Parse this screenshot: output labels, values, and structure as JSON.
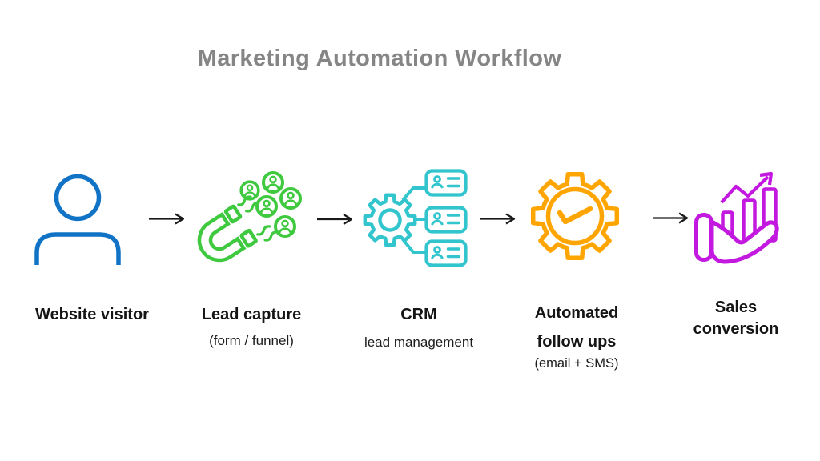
{
  "title": "Marketing Automation Workflow",
  "stages": [
    {
      "id": "website-visitor",
      "icon": "person-icon",
      "label": "Website visitor",
      "sublabel": ""
    },
    {
      "id": "lead-capture",
      "icon": "magnet-leads-icon",
      "label": "Lead capture",
      "sublabel": "(form / funnel)"
    },
    {
      "id": "crm",
      "icon": "gear-contacts-icon",
      "label": "CRM",
      "sublabel": "lead management"
    },
    {
      "id": "automated-follow-ups",
      "icon": "gear-clock-icon",
      "label": "Automated follow ups",
      "sublabel": "(email + SMS)"
    },
    {
      "id": "sales-conversion",
      "icon": "hand-growth-chart-icon",
      "label": "Sales conversion",
      "sublabel": ""
    }
  ],
  "arrows": {
    "count": 4,
    "direction": "right"
  },
  "colors": {
    "title_gray": "#858585",
    "label_black": "#151515",
    "visitor_blue": "#1173c6",
    "capture_green": "#3ec93e",
    "crm_teal": "#32c5cd",
    "automation_orange": "#ffa502",
    "sales_magenta": "#c318e0",
    "arrow_black": "#1a1a1a",
    "background": "#ffffff"
  }
}
